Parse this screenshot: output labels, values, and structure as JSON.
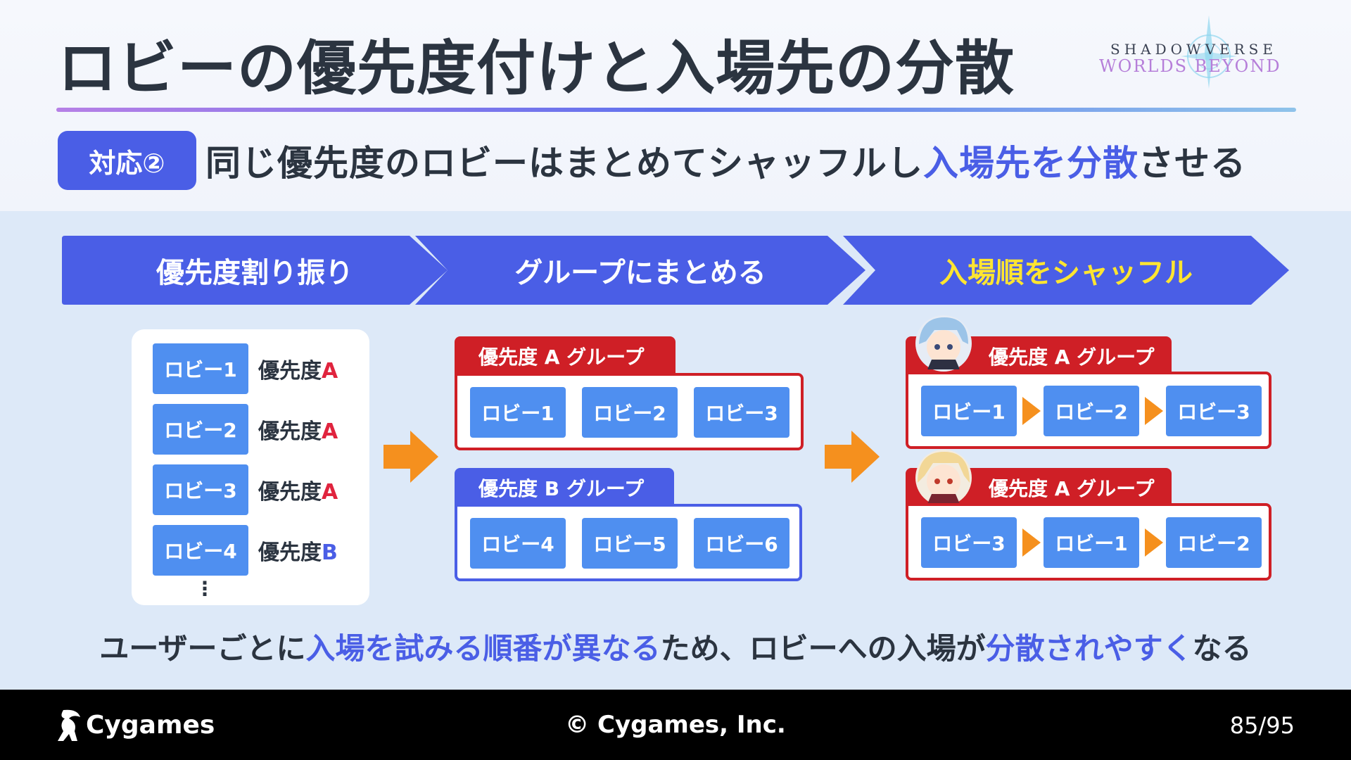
{
  "header": {
    "title": "ロビーの優先度付けと入場先の分散",
    "logo_line1": "SHADOWVERSE",
    "logo_line2": "WORLDS BEYOND",
    "badge": "対応②",
    "subtitle_a": "同じ優先度のロビーはまとめてシャッフルし",
    "subtitle_b": "入場先を分散",
    "subtitle_c": "させる"
  },
  "steps": [
    "優先度割り振り",
    "グループにまとめる",
    "入場順をシャッフル"
  ],
  "lobby_list": [
    {
      "lobby": "ロビー1",
      "prio_label": "優先度",
      "prio": "A"
    },
    {
      "lobby": "ロビー2",
      "prio_label": "優先度",
      "prio": "A"
    },
    {
      "lobby": "ロビー3",
      "prio_label": "優先度",
      "prio": "A"
    },
    {
      "lobby": "ロビー4",
      "prio_label": "優先度",
      "prio": "B"
    }
  ],
  "list_ellipsis": "⋮",
  "groups": [
    {
      "title": "優先度 A グループ",
      "lobbies": [
        "ロビー1",
        "ロビー2",
        "ロビー3"
      ]
    },
    {
      "title": "優先度 B グループ",
      "lobbies": [
        "ロビー4",
        "ロビー5",
        "ロビー6"
      ]
    }
  ],
  "shuffled": [
    {
      "title": "優先度 A グループ",
      "lobbies": [
        "ロビー1",
        "ロビー2",
        "ロビー3"
      ]
    },
    {
      "title": "優先度 A グループ",
      "lobbies": [
        "ロビー3",
        "ロビー1",
        "ロビー2"
      ]
    }
  ],
  "summary": {
    "p1": "ユーザーごとに",
    "p2": "入場を試みる順番が異なる",
    "p3": "ため、ロビーへの入場が",
    "p4": "分散されやすく",
    "p5": "なる"
  },
  "footer": {
    "logo": "Cygames",
    "copyright": "© Cygames, Inc.",
    "page": "85/95"
  },
  "colors": {
    "accent": "#4a5ee6",
    "lobby_box": "#4f8ff0",
    "group_red": "#cf1f26",
    "arrow_orange": "#f5901e",
    "highlight_yellow": "#ffe530"
  }
}
